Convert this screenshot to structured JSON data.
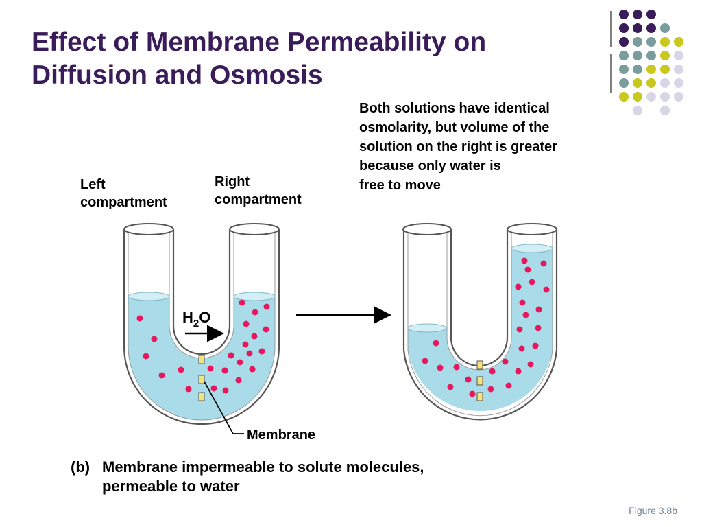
{
  "slide": {
    "title_lines": [
      "Effect of Membrane Permeability on",
      "Diffusion and Osmosis"
    ],
    "figure_ref": "Figure 3.8b"
  },
  "colors": {
    "title": "#3b1c5a",
    "accent_purple": "#3b1c5a",
    "accent_teal": "#7a9c9c",
    "accent_yellow": "#c8c81e",
    "accent_lavender": "#d6d6e6",
    "water": "#a9dbe8",
    "solute": "#e8175d",
    "membrane": "#f4e27a"
  },
  "diagram": {
    "note_lines": [
      "Both solutions have identical",
      "osmolarity, but volume of the",
      "solution on the right is greater",
      "because only water is",
      "free to move"
    ],
    "left_compartment_lines": [
      "Left",
      "compartment"
    ],
    "right_compartment_lines": [
      "Right",
      "compartment"
    ],
    "h2o_label": "H",
    "h2o_sub": "2",
    "h2o_tail": "O",
    "membrane_label": "Membrane",
    "caption_prefix": "(b)",
    "caption_lines": [
      "Membrane impermeable to solute molecules,",
      "permeable to water"
    ]
  }
}
